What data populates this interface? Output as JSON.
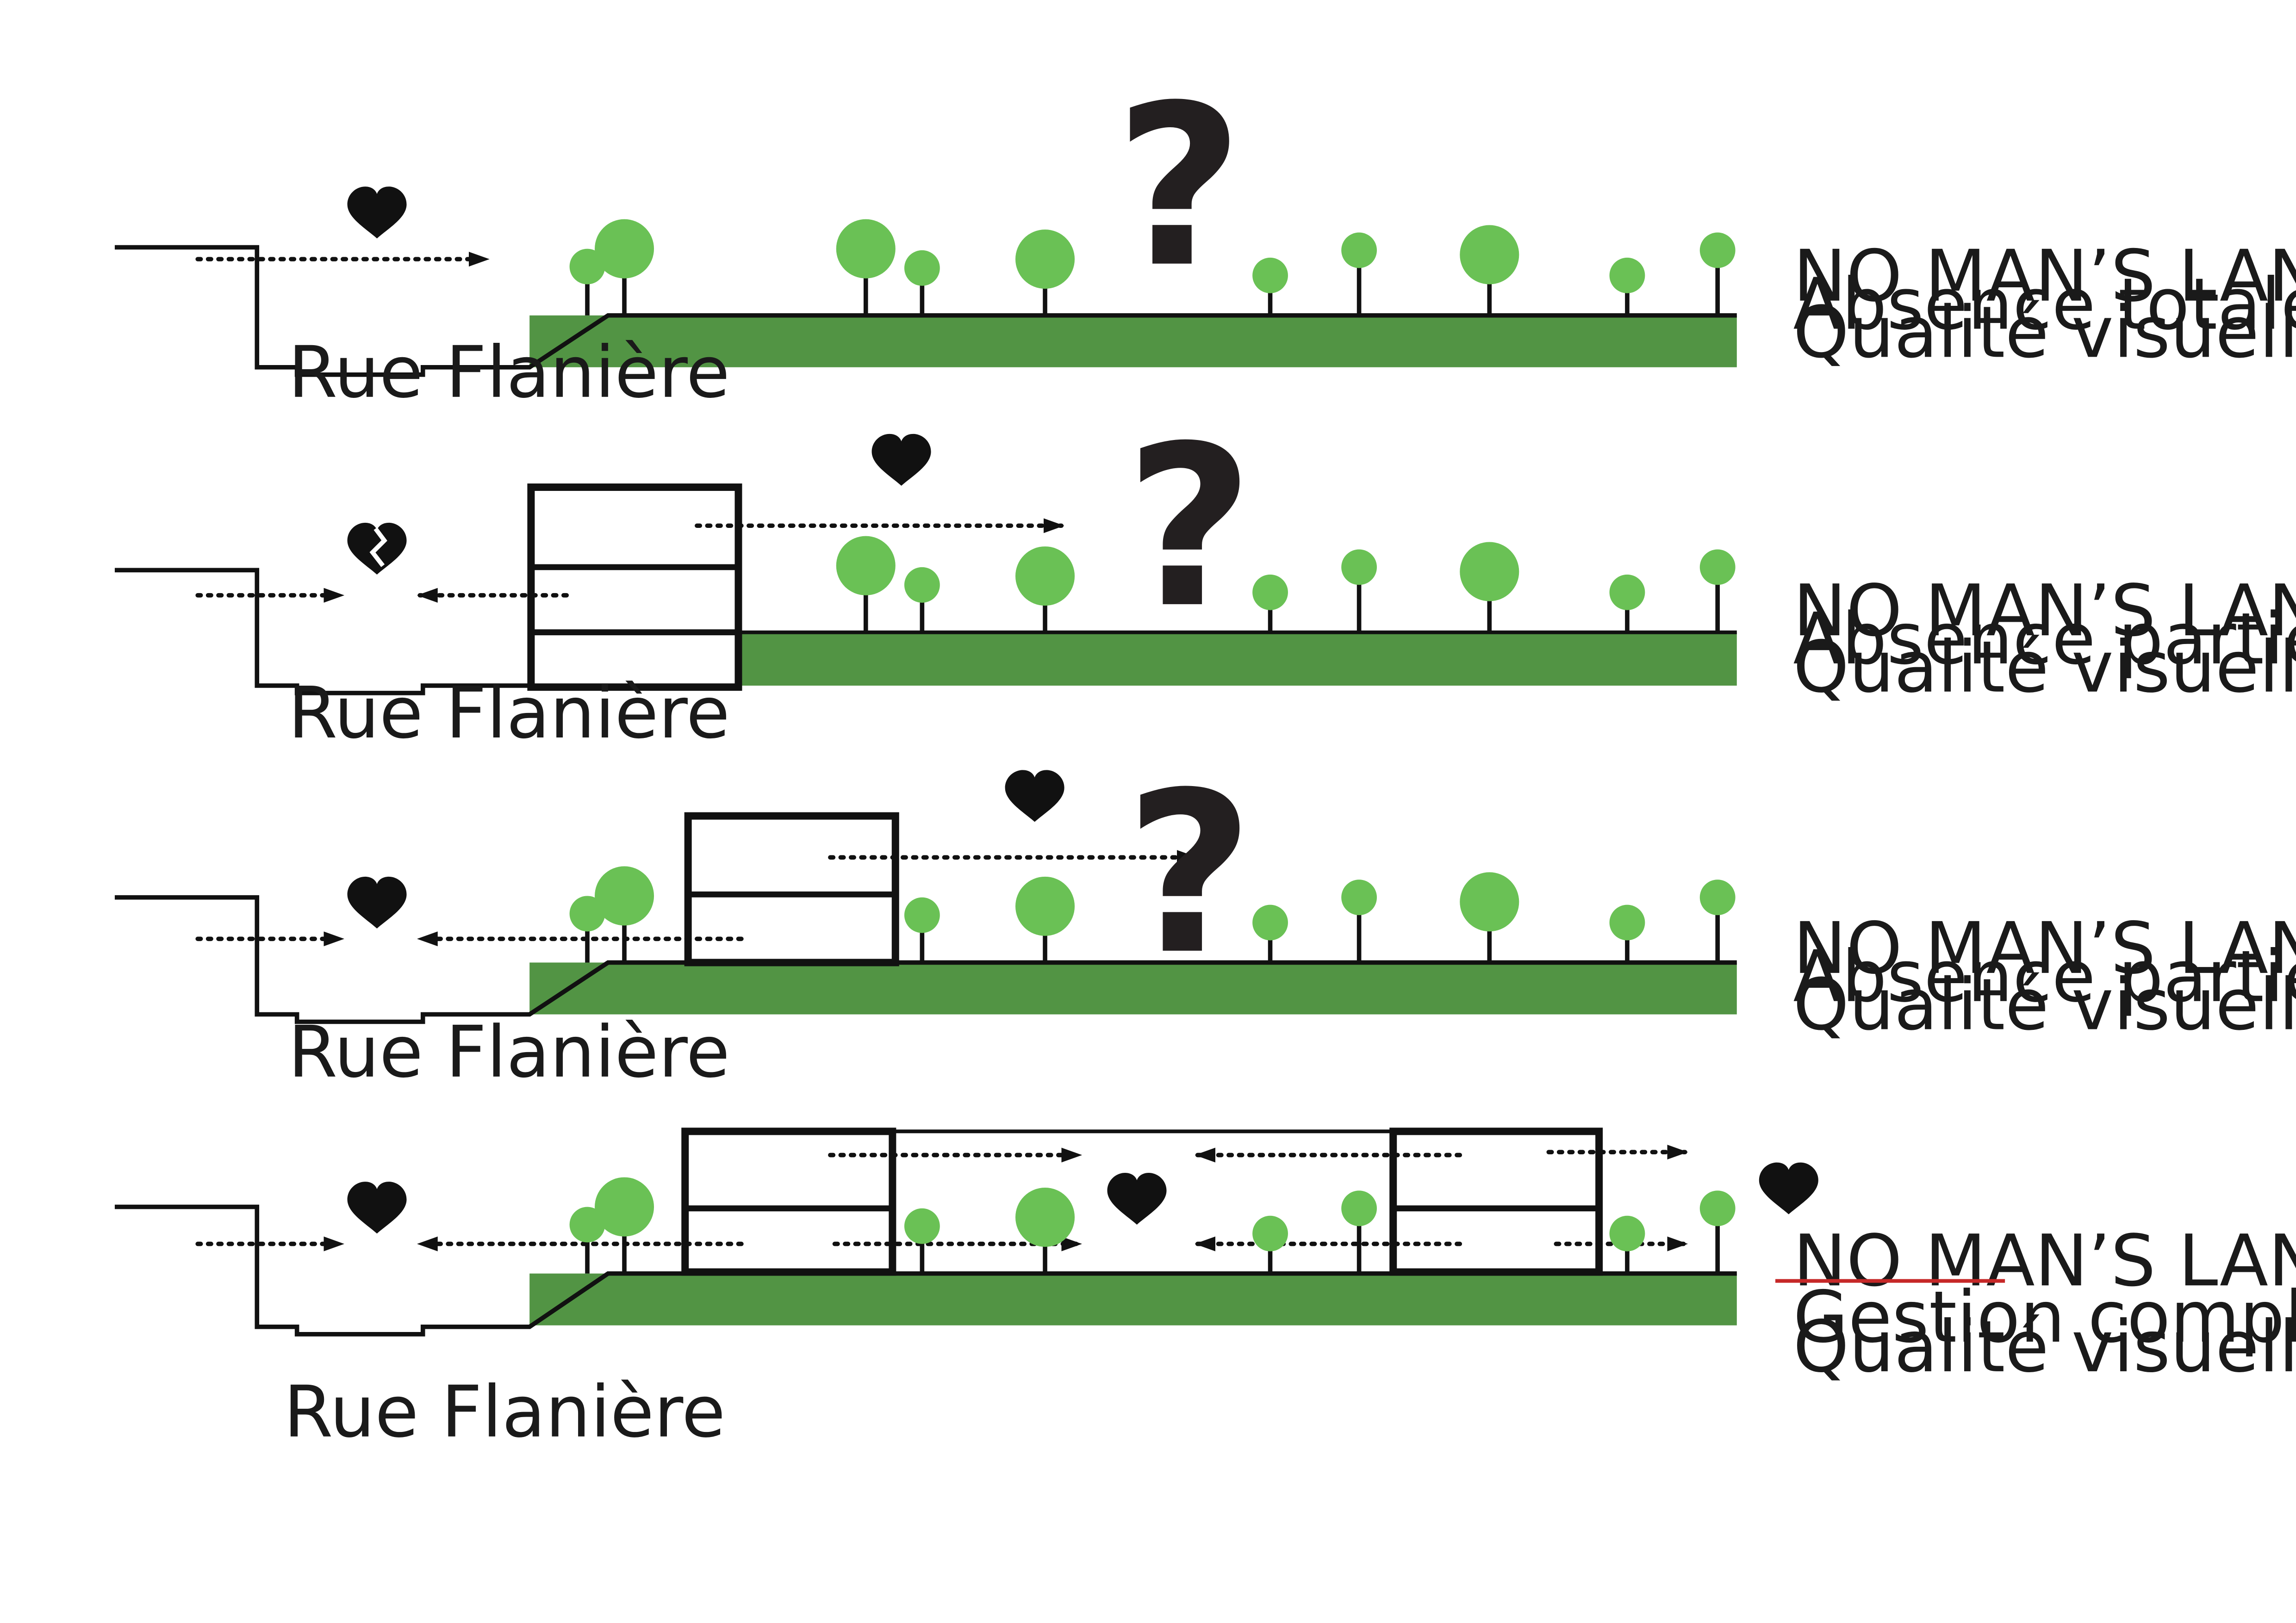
{
  "colors": {
    "ground": "#529444",
    "tree_canopy": "#6ac155",
    "line": "#111111",
    "strike": "#c62828"
  },
  "icons": {
    "love": "heart-icon",
    "no_love": "broken-heart-icon",
    "unknown": "question-mark-icon"
  },
  "question_mark": "?",
  "street_label": "Rue Flanière",
  "scenarios": [
    {
      "id": "s1",
      "lines": [
        "NO MAN’S LAND TOTAL",
        "Absence  totale de gestion",
        "Qualité visuelle totale pour le quartier"
      ]
    },
    {
      "id": "s2",
      "lines": [
        "NO MAN’S LAND PARTIEL",
        "Absence  partielle de gestion",
        "Qualité visuelle nulle pour le quartier"
      ]
    },
    {
      "id": "s3",
      "lines": [
        "NO MAN’S LAND PARTIEL",
        "Absence  partielle de gestion",
        "Qualité visuelle totale pour le quartier"
      ]
    },
    {
      "id": "s4",
      "struck_title": "NO MAN’S LAND",
      "lines": [
        "Gestion complète / Responsabilisation",
        "Qualité visuelle totale pour le quartier"
      ]
    }
  ]
}
